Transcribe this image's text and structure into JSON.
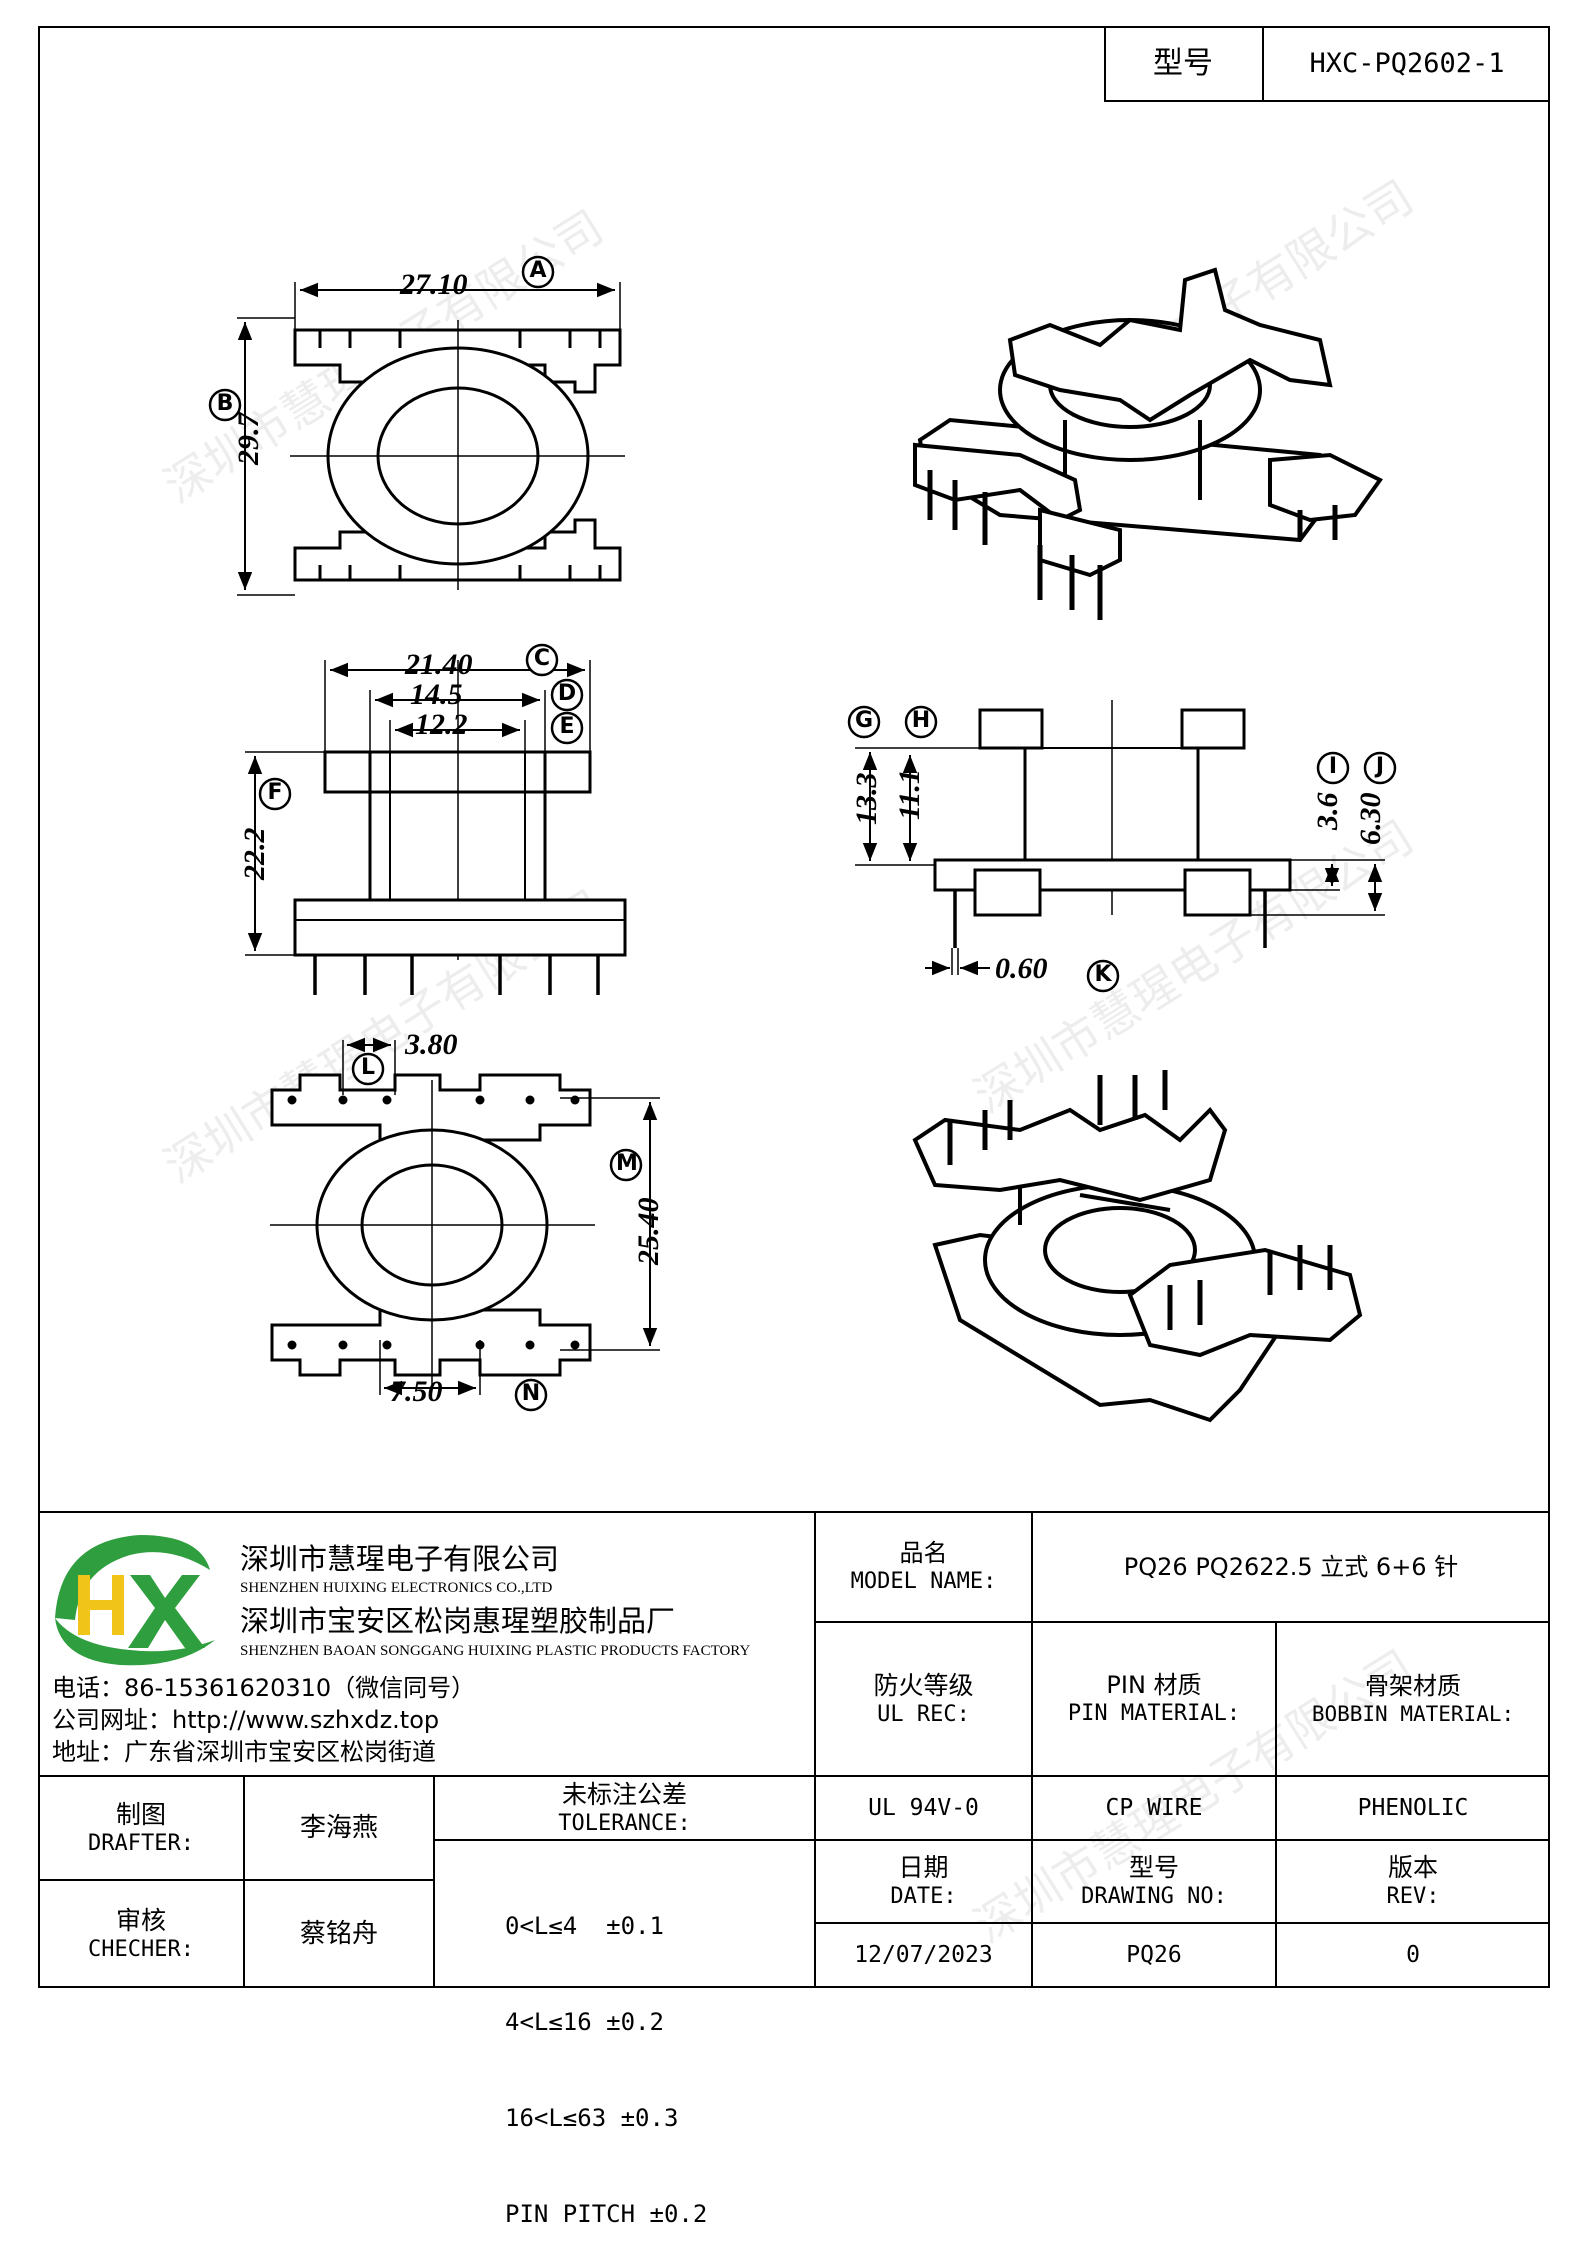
{
  "header": {
    "model_label": "型号",
    "model_value": "HXC-PQ2602-1"
  },
  "watermark": "深圳市慧瑆电子有限公司",
  "dimensions": {
    "A": "27.10",
    "B": "29.7",
    "C": "21.40",
    "D": "14.5",
    "E": "12.2",
    "F": "22.2",
    "G": "13.3",
    "H": "11.1",
    "I": "3.6",
    "J": "6.30",
    "K": "0.60",
    "L": "3.80",
    "M": "25.40",
    "N": "7.50"
  },
  "dimension_letters": [
    "A",
    "B",
    "C",
    "D",
    "E",
    "F",
    "G",
    "H",
    "I",
    "J",
    "K",
    "L",
    "M",
    "N"
  ],
  "company": {
    "logo_text": "HX",
    "name_cn": "深圳市慧瑆电子有限公司",
    "name_en": "SHENZHEN HUIXING ELECTRONICS CO.,LTD",
    "factory_cn": "深圳市宝安区松岗惠瑆塑胶制品厂",
    "factory_en": "SHENZHEN BAOAN SONGGANG HUIXING PLASTIC PRODUCTS FACTORY",
    "phone": "电话：86-15361620310（微信同号）",
    "website": "公司网址：http://www.szhxdz.top",
    "address": "地址：广东省深圳市宝安区松岗街道"
  },
  "title_block": {
    "model_name_cn": "品名",
    "model_name_en": "MODEL NAME:",
    "model_name_value": "PQ26 PQ2622.5 立式 6+6 针",
    "ul_cn": "防火等级",
    "ul_en": "UL REC:",
    "pin_cn": "PIN 材质",
    "pin_en": "PIN MATERIAL:",
    "bobbin_cn": "骨架材质",
    "bobbin_en": "BOBBIN MATERIAL:",
    "ul_value": "UL 94V-0",
    "pin_value": "CP WIRE",
    "bobbin_value": "PHENOLIC",
    "date_cn": "日期",
    "date_en": "DATE:",
    "drawing_cn": "型号",
    "drawing_en": "DRAWING NO:",
    "rev_cn": "版本",
    "rev_en": "REV:",
    "date_value": "12/07/2023",
    "drawing_value": "PQ26",
    "rev_value": "0",
    "drafter_cn": "制图",
    "drafter_en": "DRAFTER:",
    "drafter_value": "李海燕",
    "checker_cn": "审核",
    "checker_en": "CHECHER:",
    "checker_value": "蔡铭舟",
    "tolerance_cn": "未标注公差",
    "tolerance_en": "TOLERANCE:",
    "tolerance_lines": [
      "0<L≤4  ±0.1",
      "4<L≤16 ±0.2",
      "16<L≤63 ±0.3",
      "PIN PITCH ±0.2"
    ]
  }
}
